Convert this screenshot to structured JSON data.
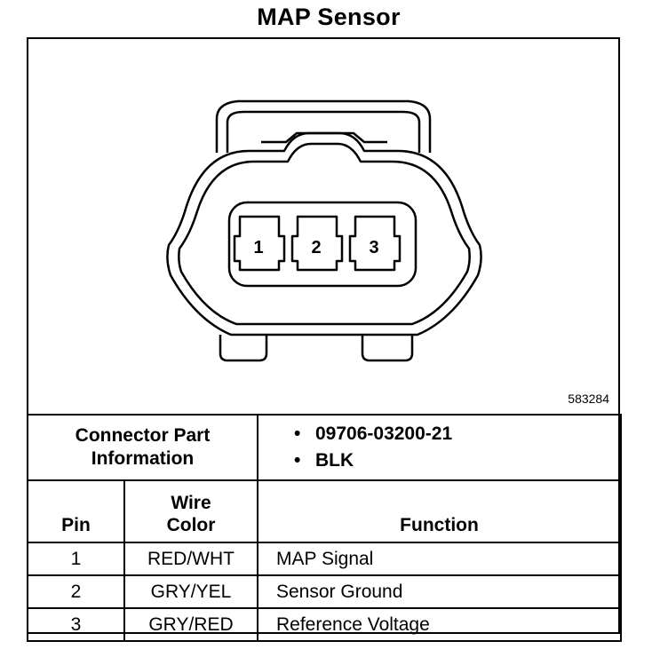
{
  "title": "MAP Sensor",
  "figure_number": "583284",
  "connector": {
    "pins": [
      "1",
      "2",
      "3"
    ]
  },
  "part_info": {
    "label_line1": "Connector Part",
    "label_line2": "Information",
    "items": [
      "09706-03200-21",
      "BLK"
    ]
  },
  "table": {
    "headers": {
      "pin": "Pin",
      "wire_line1": "Wire",
      "wire_line2": "Color",
      "function": "Function"
    },
    "rows": [
      {
        "pin": "1",
        "color": "RED/WHT",
        "function": "MAP Signal"
      },
      {
        "pin": "2",
        "color": "GRY/YEL",
        "function": "Sensor Ground"
      },
      {
        "pin": "3",
        "color": "GRY/RED",
        "function": "Reference Voltage"
      }
    ]
  }
}
